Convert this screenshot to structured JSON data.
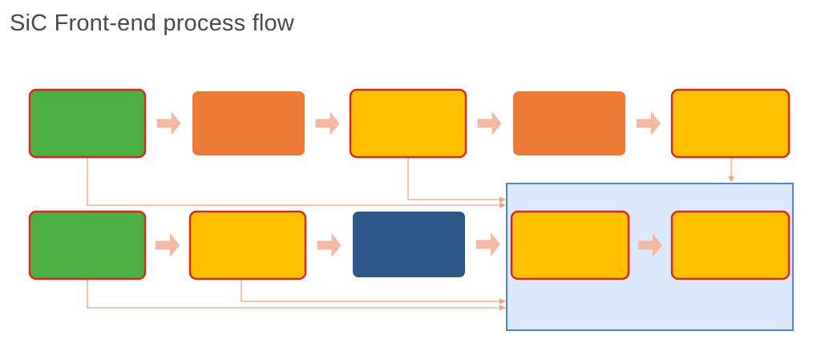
{
  "title": "SiC Front-end process flow",
  "colors": {
    "green": "#4caf46",
    "orange": "#ec7b36",
    "yellow": "#ffc000",
    "navy": "#2e5888",
    "red_border": "#d9281e",
    "arrow": "#f3b9a4",
    "connector": "#f0a57e",
    "highlight_fill": "#dce8fb",
    "highlight_border": "#4f86d4"
  },
  "steps": [
    {
      "id": "r1s1",
      "color": "green",
      "outlined": true
    },
    {
      "id": "r1s2",
      "color": "orange",
      "outlined": false
    },
    {
      "id": "r1s3",
      "color": "yellow",
      "outlined": true
    },
    {
      "id": "r1s4",
      "color": "orange",
      "outlined": false
    },
    {
      "id": "r1s5",
      "color": "yellow",
      "outlined": true
    },
    {
      "id": "r2s1",
      "color": "green",
      "outlined": true
    },
    {
      "id": "r2s2",
      "color": "yellow",
      "outlined": true
    },
    {
      "id": "r2s3",
      "color": "navy",
      "outlined": false
    },
    {
      "id": "r2s4",
      "color": "yellow",
      "outlined": true
    },
    {
      "id": "r2s5",
      "color": "yellow",
      "outlined": true
    }
  ],
  "flow": [
    [
      "r1s1",
      "r1s2"
    ],
    [
      "r1s2",
      "r1s3"
    ],
    [
      "r1s3",
      "r1s4"
    ],
    [
      "r1s4",
      "r1s5"
    ],
    [
      "r2s1",
      "r2s2"
    ],
    [
      "r2s2",
      "r2s3"
    ],
    [
      "r2s3",
      "r2s4"
    ],
    [
      "r2s4",
      "r2s5"
    ]
  ],
  "connectors": [
    {
      "from": "r1s1",
      "to": "highlight-group"
    },
    {
      "from": "r1s3",
      "to": "highlight-group"
    },
    {
      "from": "r1s5",
      "to": "highlight-group"
    },
    {
      "from": "r2s1",
      "to": "highlight-group"
    },
    {
      "from": "r2s2",
      "to": "highlight-group"
    }
  ],
  "highlight_group": {
    "contains": [
      "r2s4",
      "r2s5"
    ]
  }
}
